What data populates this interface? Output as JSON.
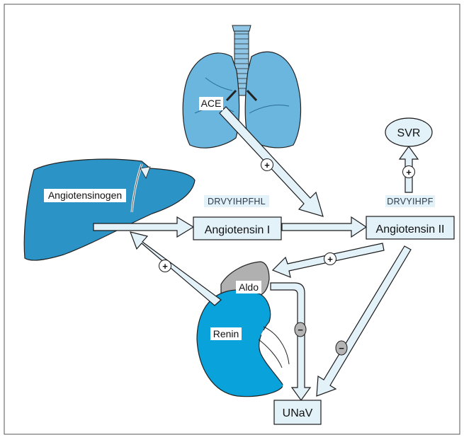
{
  "nodes": {
    "angiotensinogen": "Angiotensinogen",
    "ace": "ACE",
    "angiotensin_1": "Angiotensin I",
    "angiotensin_2": "Angiotensin II",
    "svr": "SVR",
    "aldo": "Aldo",
    "renin": "Renin",
    "unav": "UNaV"
  },
  "sequences": {
    "angiotensin_1": "DRVYIHPFHL",
    "angiotensin_2": "DRVYIHPF"
  },
  "signs": {
    "plus": "+",
    "minus": "−"
  },
  "colors": {
    "box_fill": "#e3f1f9",
    "lung": "#6bb6de",
    "liver": "#2b93c6",
    "kidney": "#0aa2da",
    "adrenal": "#b0b0b0",
    "minus_sign": "#b4b4b4"
  },
  "icons": [
    "lungs-icon",
    "liver-icon",
    "kidney-icon",
    "adrenal-gland-icon"
  ]
}
